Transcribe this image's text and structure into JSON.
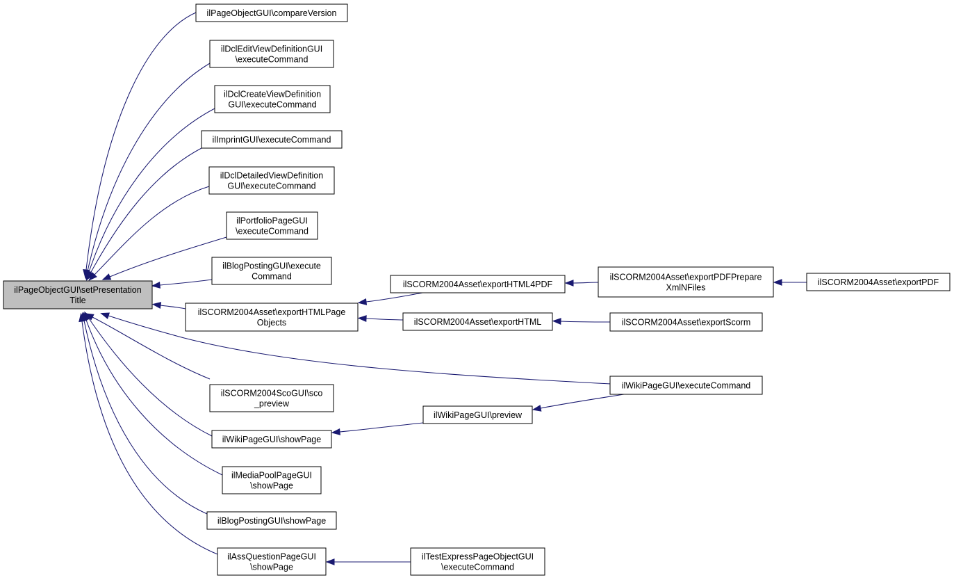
{
  "colors": {
    "edge": "#191970",
    "root_fill": "#bfbfbf",
    "node_fill": "#ffffff",
    "border": "#000000"
  },
  "nodes": [
    {
      "id": "root",
      "lines": [
        "ilPageObjectGUI\\setPresentation",
        "Title"
      ],
      "root": true
    },
    {
      "id": "cmpver",
      "lines": [
        "ilPageObjectGUI\\compareVersion"
      ]
    },
    {
      "id": "dcledit",
      "lines": [
        "ilDclEditViewDefinitionGUI",
        "\\executeCommand"
      ]
    },
    {
      "id": "dclcreate",
      "lines": [
        "ilDclCreateViewDefinition",
        "GUI\\executeCommand"
      ]
    },
    {
      "id": "imprint",
      "lines": [
        "ilImprintGUI\\executeCommand"
      ]
    },
    {
      "id": "dcldetail",
      "lines": [
        "ilDclDetailedViewDefinition",
        "GUI\\executeCommand"
      ]
    },
    {
      "id": "portfolio",
      "lines": [
        "ilPortfolioPageGUI",
        "\\executeCommand"
      ]
    },
    {
      "id": "blogexec",
      "lines": [
        "ilBlogPostingGUI\\execute",
        "Command"
      ]
    },
    {
      "id": "exphtmlpage",
      "lines": [
        "ilSCORM2004Asset\\exportHTMLPage",
        "Objects"
      ]
    },
    {
      "id": "scoprev",
      "lines": [
        "ilSCORM2004ScoGUI\\sco",
        "_preview"
      ]
    },
    {
      "id": "wikishow",
      "lines": [
        "ilWikiPageGUI\\showPage"
      ]
    },
    {
      "id": "mediapool",
      "lines": [
        "ilMediaPoolPageGUI",
        "\\showPage"
      ]
    },
    {
      "id": "blogshow",
      "lines": [
        "ilBlogPostingGUI\\showPage"
      ]
    },
    {
      "id": "assq",
      "lines": [
        "ilAssQuestionPageGUI",
        "\\showPage"
      ]
    },
    {
      "id": "exphtml4pdf",
      "lines": [
        "ilSCORM2004Asset\\exportHTML4PDF"
      ]
    },
    {
      "id": "exphtml",
      "lines": [
        "ilSCORM2004Asset\\exportHTML"
      ]
    },
    {
      "id": "wikiprev",
      "lines": [
        "ilWikiPageGUI\\preview"
      ]
    },
    {
      "id": "testexpress",
      "lines": [
        "ilTestExpressPageObjectGUI",
        "\\executeCommand"
      ]
    },
    {
      "id": "exppdfprep",
      "lines": [
        "ilSCORM2004Asset\\exportPDFPrepare",
        "XmlNFiles"
      ]
    },
    {
      "id": "expscorm",
      "lines": [
        "ilSCORM2004Asset\\exportScorm"
      ]
    },
    {
      "id": "wikiexec",
      "lines": [
        "ilWikiPageGUI\\executeCommand"
      ]
    },
    {
      "id": "exppdf",
      "lines": [
        "ilSCORM2004Asset\\exportPDF"
      ]
    }
  ],
  "edges": [
    {
      "from": "cmpver",
      "to": "root"
    },
    {
      "from": "dcledit",
      "to": "root"
    },
    {
      "from": "dclcreate",
      "to": "root"
    },
    {
      "from": "imprint",
      "to": "root"
    },
    {
      "from": "dcldetail",
      "to": "root"
    },
    {
      "from": "portfolio",
      "to": "root"
    },
    {
      "from": "blogexec",
      "to": "root"
    },
    {
      "from": "exphtmlpage",
      "to": "root"
    },
    {
      "from": "wikiexec",
      "to": "root"
    },
    {
      "from": "scoprev",
      "to": "root"
    },
    {
      "from": "wikishow",
      "to": "root"
    },
    {
      "from": "mediapool",
      "to": "root"
    },
    {
      "from": "blogshow",
      "to": "root"
    },
    {
      "from": "assq",
      "to": "root"
    },
    {
      "from": "exphtml4pdf",
      "to": "exphtmlpage"
    },
    {
      "from": "exphtml",
      "to": "exphtmlpage"
    },
    {
      "from": "exppdfprep",
      "to": "exphtml4pdf"
    },
    {
      "from": "exppdf",
      "to": "exppdfprep"
    },
    {
      "from": "expscorm",
      "to": "exphtml"
    },
    {
      "from": "wikiprev",
      "to": "wikishow"
    },
    {
      "from": "wikiexec",
      "to": "wikiprev"
    },
    {
      "from": "testexpress",
      "to": "assq"
    }
  ]
}
